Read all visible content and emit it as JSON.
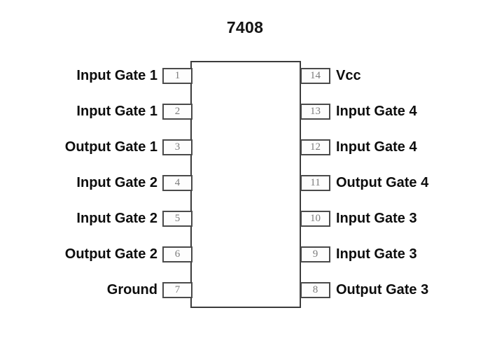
{
  "diagram": {
    "title": "7408",
    "background_color": "#ffffff",
    "body_border_color": "#3b3b3b",
    "pin_box_border_color": "#4a4a4a",
    "pin_number_color": "#7c7c7c",
    "label_color": "#0d0d0d",
    "left_pins": [
      {
        "number": "1",
        "label": "Input Gate 1"
      },
      {
        "number": "2",
        "label": "Input Gate 1"
      },
      {
        "number": "3",
        "label": "Output Gate 1"
      },
      {
        "number": "4",
        "label": "Input Gate 2"
      },
      {
        "number": "5",
        "label": "Input Gate 2"
      },
      {
        "number": "6",
        "label": "Output Gate 2"
      },
      {
        "number": "7",
        "label": "Ground"
      }
    ],
    "right_pins": [
      {
        "number": "14",
        "label": "Vcc"
      },
      {
        "number": "13",
        "label": "Input Gate 4"
      },
      {
        "number": "12",
        "label": "Input Gate 4"
      },
      {
        "number": "11",
        "label": "Output Gate 4"
      },
      {
        "number": "10",
        "label": "Input Gate 3"
      },
      {
        "number": "9",
        "label": "Input Gate 3"
      },
      {
        "number": "8",
        "label": "Output Gate 3"
      }
    ]
  }
}
